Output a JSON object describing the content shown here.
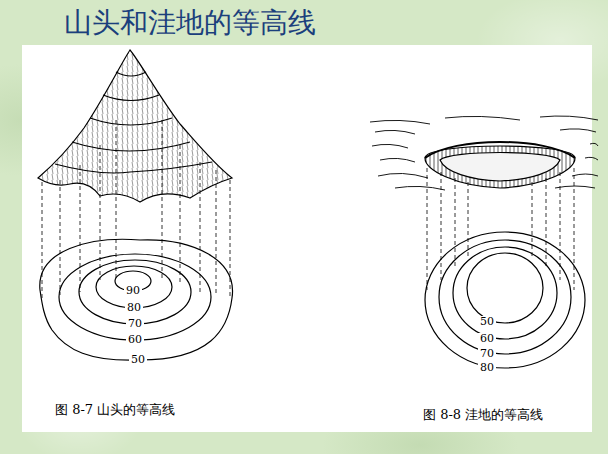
{
  "diagram": {
    "title": "山头和洼地的等高线",
    "labels": [
      "90",
      "80",
      "70",
      "60",
      "50",
      "50",
      "60",
      "70",
      "80",
      "图 8-7 山头的等高线",
      "图 8-8 洼地的等高线"
    ]
  }
}
